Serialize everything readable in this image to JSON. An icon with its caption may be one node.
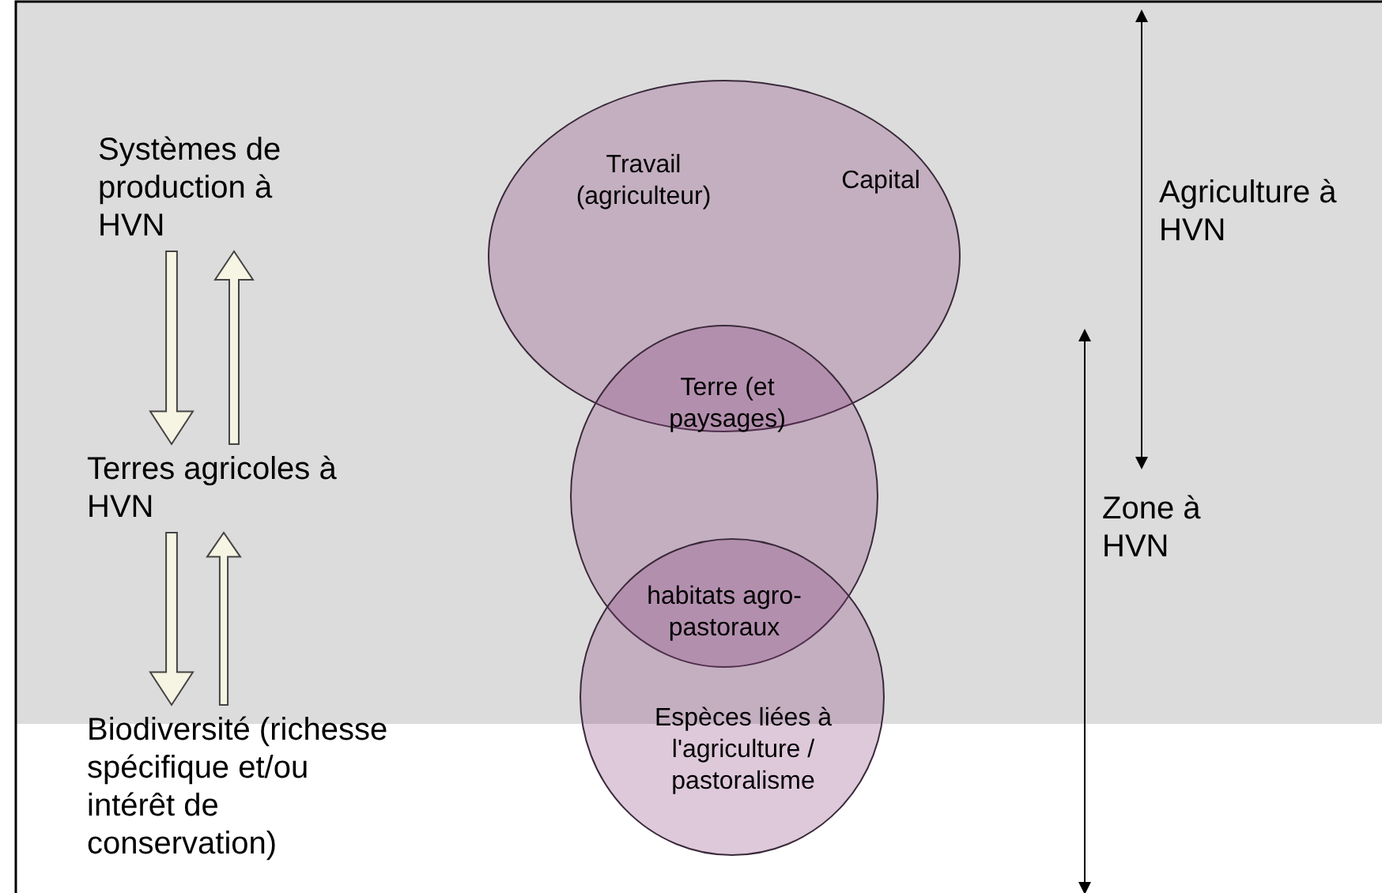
{
  "diagram": {
    "nodes": [
      {
        "text": [
          "Systèmes de production à HVN"
        ]
      },
      {
        "text": [
          "Terres agricoles à HVN"
        ]
      },
      {
        "text": [
          "Biodiversité (richesse spécifique et/ou intérêt de conservation)"
        ]
      },
      {
        "text": [
          "Travail (agriculteur)",
          "Capital"
        ]
      },
      {
        "text": [],
        "shape": "circle"
      },
      {
        "text": [
          "Espèces liées à l'agriculture / pastoralisme"
        ]
      }
    ],
    "edges": [
      {
        "from": 0,
        "to": 1,
        "arrow": "to"
      },
      {
        "from": 1,
        "to": 0,
        "arrow": "to"
      },
      {
        "from": 1,
        "to": 2,
        "arrow": "to"
      },
      {
        "from": 2,
        "to": 1,
        "arrow": "to"
      }
    ],
    "labels": [
      "Terre (et paysages)",
      "habitats agro-pastoraux",
      "Agriculture à HVN",
      "Zone à HVN"
    ]
  }
}
